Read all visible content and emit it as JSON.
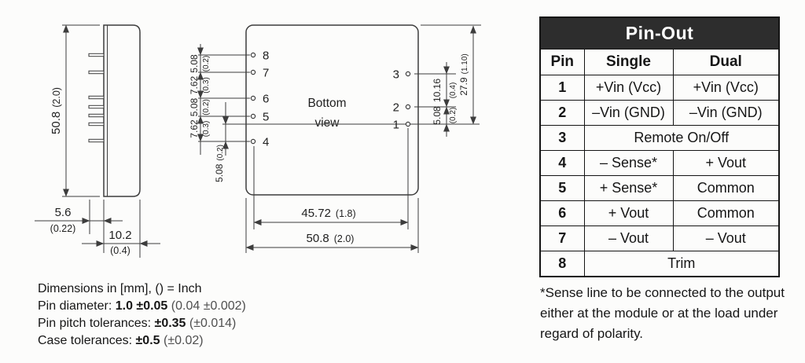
{
  "side_view": {
    "height": {
      "mm": "50.8",
      "in": "(2.0)"
    },
    "pin_length": {
      "mm": "5.6",
      "in": "(0.22)"
    },
    "depth": {
      "mm": "10.2",
      "in": "(0.4)"
    }
  },
  "bottom_view": {
    "caption_line1": "Bottom",
    "caption_line2": "view",
    "left_pins": [
      "8",
      "7",
      "6",
      "5",
      "4"
    ],
    "right_pins": [
      "3",
      "2",
      "1"
    ],
    "left_pitch": [
      {
        "mm": "5.08",
        "in": "(0.2)"
      },
      {
        "mm": "7.62",
        "in": "(0.3)"
      },
      {
        "mm": "5.08",
        "in": "(0.2)"
      },
      {
        "mm": "7.62",
        "in": "(0.3)"
      }
    ],
    "pin4_to_pin1": {
      "mm": "5.08",
      "in": "(0.2)"
    },
    "right_pitch": [
      {
        "mm": "10.16",
        "in": "(0.4)"
      },
      {
        "mm": "5.08",
        "in": "(0.2)"
      }
    ],
    "top_to_pin1": {
      "mm": "27.9",
      "in": "(1.10)"
    },
    "pin_span": {
      "mm": "45.72",
      "in": "(1.8)"
    },
    "case_width": {
      "mm": "50.8",
      "in": "(2.0)"
    }
  },
  "notes": {
    "line1": "Dimensions in [mm], () = Inch",
    "line2": {
      "label": "Pin diameter:",
      "mm": "1.0 ±0.05",
      "in": "(0.04 ±0.002)"
    },
    "line3": {
      "label": "Pin pitch tolerances:",
      "mm": "±0.35",
      "in": "(±0.014)"
    },
    "line4": {
      "label": "Case tolerances:",
      "mm": "±0.5",
      "in": "(±0.02)"
    }
  },
  "pinout_table": {
    "title": "Pin-Out",
    "columns": [
      "Pin",
      "Single",
      "Dual"
    ],
    "header_bg": "#2d2d2d",
    "header_fg": "#ffffff",
    "rows": [
      {
        "pin": "1",
        "single": "+Vin (Vcc)",
        "dual": "+Vin (Vcc)"
      },
      {
        "pin": "2",
        "single": "–Vin (GND)",
        "dual": "–Vin (GND)"
      },
      {
        "pin": "3",
        "value": "Remote On/Off"
      },
      {
        "pin": "4",
        "single": "– Sense*",
        "dual": "+ Vout"
      },
      {
        "pin": "5",
        "single": "+ Sense*",
        "dual": "Common"
      },
      {
        "pin": "6",
        "single": "+ Vout",
        "dual": "Common"
      },
      {
        "pin": "7",
        "single": "– Vout",
        "dual": "– Vout"
      },
      {
        "pin": "8",
        "value": "Trim"
      }
    ]
  },
  "footnote": {
    "lines": [
      "*Sense line to be connected to the output",
      "either at the module or at the load under",
      "regard of polarity."
    ]
  }
}
